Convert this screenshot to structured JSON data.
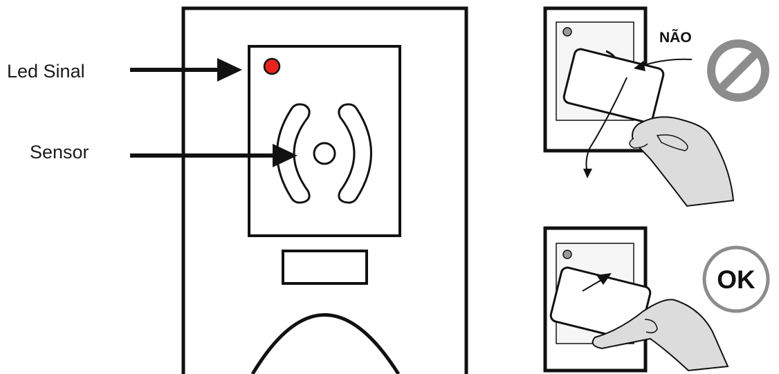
{
  "labels": {
    "led": "Led Sinal",
    "sensor": "Sensor"
  },
  "panels": {
    "wrong": {
      "caption": "NÃO"
    },
    "right": {
      "caption": "OK"
    }
  },
  "colors": {
    "outline": "#111111",
    "led": "#e8241c",
    "led_inactive": "#9a9a9a",
    "prohibit": "#8c8c8c",
    "hand": "#dcdcdc",
    "panel_bg": "#f2f2f2"
  },
  "icons": {
    "prohibit": "no-entry-sign-icon",
    "ok_badge": "ok-circle-icon"
  }
}
